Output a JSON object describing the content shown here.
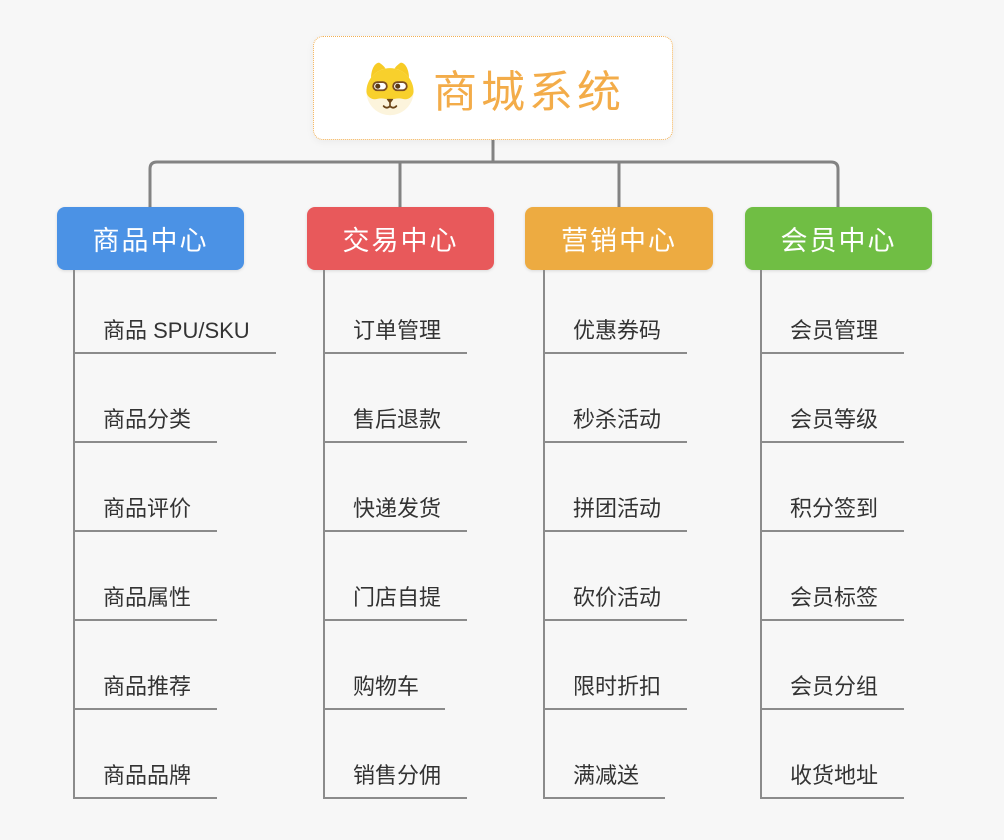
{
  "root": {
    "title": "商城系统",
    "icon": "shiba-dog-icon",
    "accent": "#f3ac49"
  },
  "colors": {
    "connector": "#838383",
    "leaf_line": "#8b8b8b",
    "leaf_text": "#333333",
    "background": "#f7f7f7",
    "root_border": "#f2b054"
  },
  "branches": [
    {
      "label": "商品中心",
      "color": "#4b92e5",
      "items": [
        "商品 SPU/SKU",
        "商品分类",
        "商品评价",
        "商品属性",
        "商品推荐",
        "商品品牌"
      ]
    },
    {
      "label": "交易中心",
      "color": "#e8595b",
      "items": [
        "订单管理",
        "售后退款",
        "快递发货",
        "门店自提",
        "购物车",
        "销售分佣"
      ]
    },
    {
      "label": "营销中心",
      "color": "#edab41",
      "items": [
        "优惠券码",
        "秒杀活动",
        "拼团活动",
        "砍价活动",
        "限时折扣",
        "满减送"
      ]
    },
    {
      "label": "会员中心",
      "color": "#70be44",
      "items": [
        "会员管理",
        "会员等级",
        "积分签到",
        "会员标签",
        "会员分组",
        "收货地址"
      ]
    }
  ]
}
